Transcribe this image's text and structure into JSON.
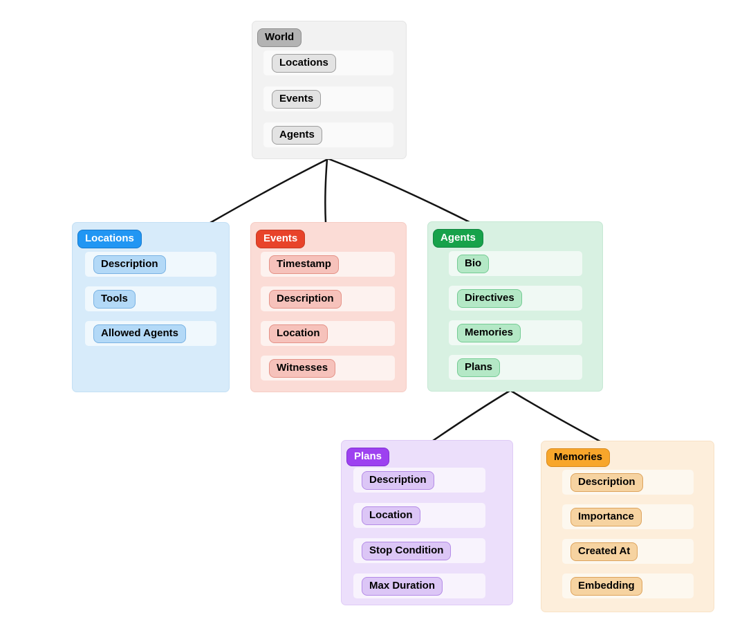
{
  "canvas": {
    "background": "#ffffff"
  },
  "edge_color": "#141414",
  "nodes": [
    {
      "id": "world",
      "title": "World",
      "items": [
        "Locations",
        "Events",
        "Agents"
      ],
      "colors": {
        "box_bg": "#f2f2f2",
        "box_border": "#e4e4e4",
        "row_bg": "#fafafa",
        "title_bg": "#b3b3b3",
        "title_border": "#8d8d8d",
        "title_text": "#000000",
        "item_bg": "#e3e3e3",
        "item_border": "#9d9d9d",
        "item_text": "#000000"
      }
    },
    {
      "id": "locations",
      "title": "Locations",
      "items": [
        "Description",
        "Tools",
        "Allowed Agents"
      ],
      "colors": {
        "box_bg": "#d7ebfa",
        "box_border": "#c3e0f5",
        "row_bg": "#f0f8fd",
        "title_bg": "#2196f3",
        "title_border": "#1478cd",
        "title_text": "#ffffff",
        "item_bg": "#b3d9f7",
        "item_border": "#79b2e3",
        "item_text": "#000000"
      }
    },
    {
      "id": "events",
      "title": "Events",
      "items": [
        "Timestamp",
        "Description",
        "Location",
        "Witnesses"
      ],
      "colors": {
        "box_bg": "#fbdcd6",
        "box_border": "#f6ccc4",
        "row_bg": "#fdf2ef",
        "title_bg": "#e8432a",
        "title_border": "#c53a22",
        "title_text": "#ffffff",
        "item_bg": "#f6c2bb",
        "item_border": "#e49186",
        "item_text": "#000000"
      }
    },
    {
      "id": "agents",
      "title": "Agents",
      "items": [
        "Bio",
        "Directives",
        "Memories",
        "Plans"
      ],
      "colors": {
        "box_bg": "#d8f1e2",
        "box_border": "#c6e8d4",
        "row_bg": "#f0f9f4",
        "title_bg": "#17a24b",
        "title_border": "#108540",
        "title_text": "#ffffff",
        "item_bg": "#b4e8c6",
        "item_border": "#74cb93",
        "item_text": "#000000"
      }
    },
    {
      "id": "plans",
      "title": "Plans",
      "items": [
        "Description",
        "Location",
        "Stop Condition",
        "Max Duration"
      ],
      "colors": {
        "box_bg": "#ecdffb",
        "box_border": "#dfcbf6",
        "row_bg": "#f8f3fd",
        "title_bg": "#9d41f0",
        "title_border": "#8030d0",
        "title_text": "#ffffff",
        "item_bg": "#dcc6f6",
        "item_border": "#b48be7",
        "item_text": "#000000"
      }
    },
    {
      "id": "memories",
      "title": "Memories",
      "items": [
        "Description",
        "Importance",
        "Created At",
        "Embedding"
      ],
      "colors": {
        "box_bg": "#fdeedb",
        "box_border": "#f8e2c6",
        "row_bg": "#fdf8ef",
        "title_bg": "#f8a62b",
        "title_border": "#d8891c",
        "title_text": "#000000",
        "item_bg": "#f6d3a1",
        "item_border": "#dda35c",
        "item_text": "#000000"
      }
    }
  ],
  "edges": [
    {
      "from": "World",
      "to": "Locations"
    },
    {
      "from": "World",
      "to": "Events"
    },
    {
      "from": "World",
      "to": "Agents"
    },
    {
      "from": "Agents",
      "to": "Plans"
    },
    {
      "from": "Agents",
      "to": "Memories"
    }
  ]
}
